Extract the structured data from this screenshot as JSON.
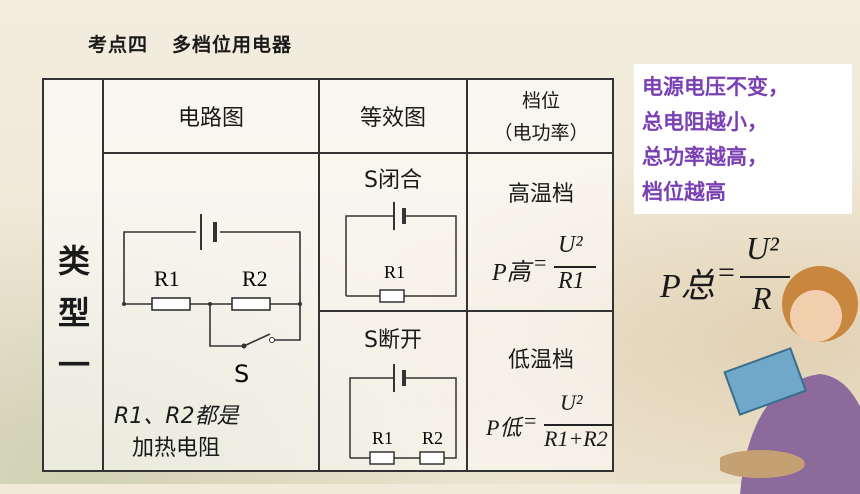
{
  "heading": {
    "topic": "考点四",
    "title": "多档位用电器"
  },
  "table": {
    "headers": {
      "circuit": "电路图",
      "equivalent": "等效图",
      "gear_line1": "档位",
      "gear_line2": "（电功率）"
    },
    "type_label": [
      "类",
      "型",
      "一"
    ],
    "circuit": {
      "r1": "R1",
      "r2": "R2",
      "switch": "S",
      "note_line1": "R1、R2都是",
      "note_line2": "加热电阻"
    },
    "row_closed": {
      "state": "S闭合",
      "r1": "R1",
      "gear": "高温档",
      "formula_lhs": "P高",
      "formula_num": "U²",
      "formula_den": "R1"
    },
    "row_open": {
      "state": "S断开",
      "r1": "R1",
      "r2": "R2",
      "gear": "低温档",
      "formula_lhs": "P低",
      "formula_num": "U²",
      "formula_den": "R1+R2"
    }
  },
  "note_box": {
    "lines": [
      "电源电压不变，",
      "总电阻越小，",
      "总功率越高，",
      "档位越高"
    ],
    "color": "#7a3fb3"
  },
  "main_formula": {
    "lhs": "P总",
    "num": "U²",
    "den": "R"
  }
}
